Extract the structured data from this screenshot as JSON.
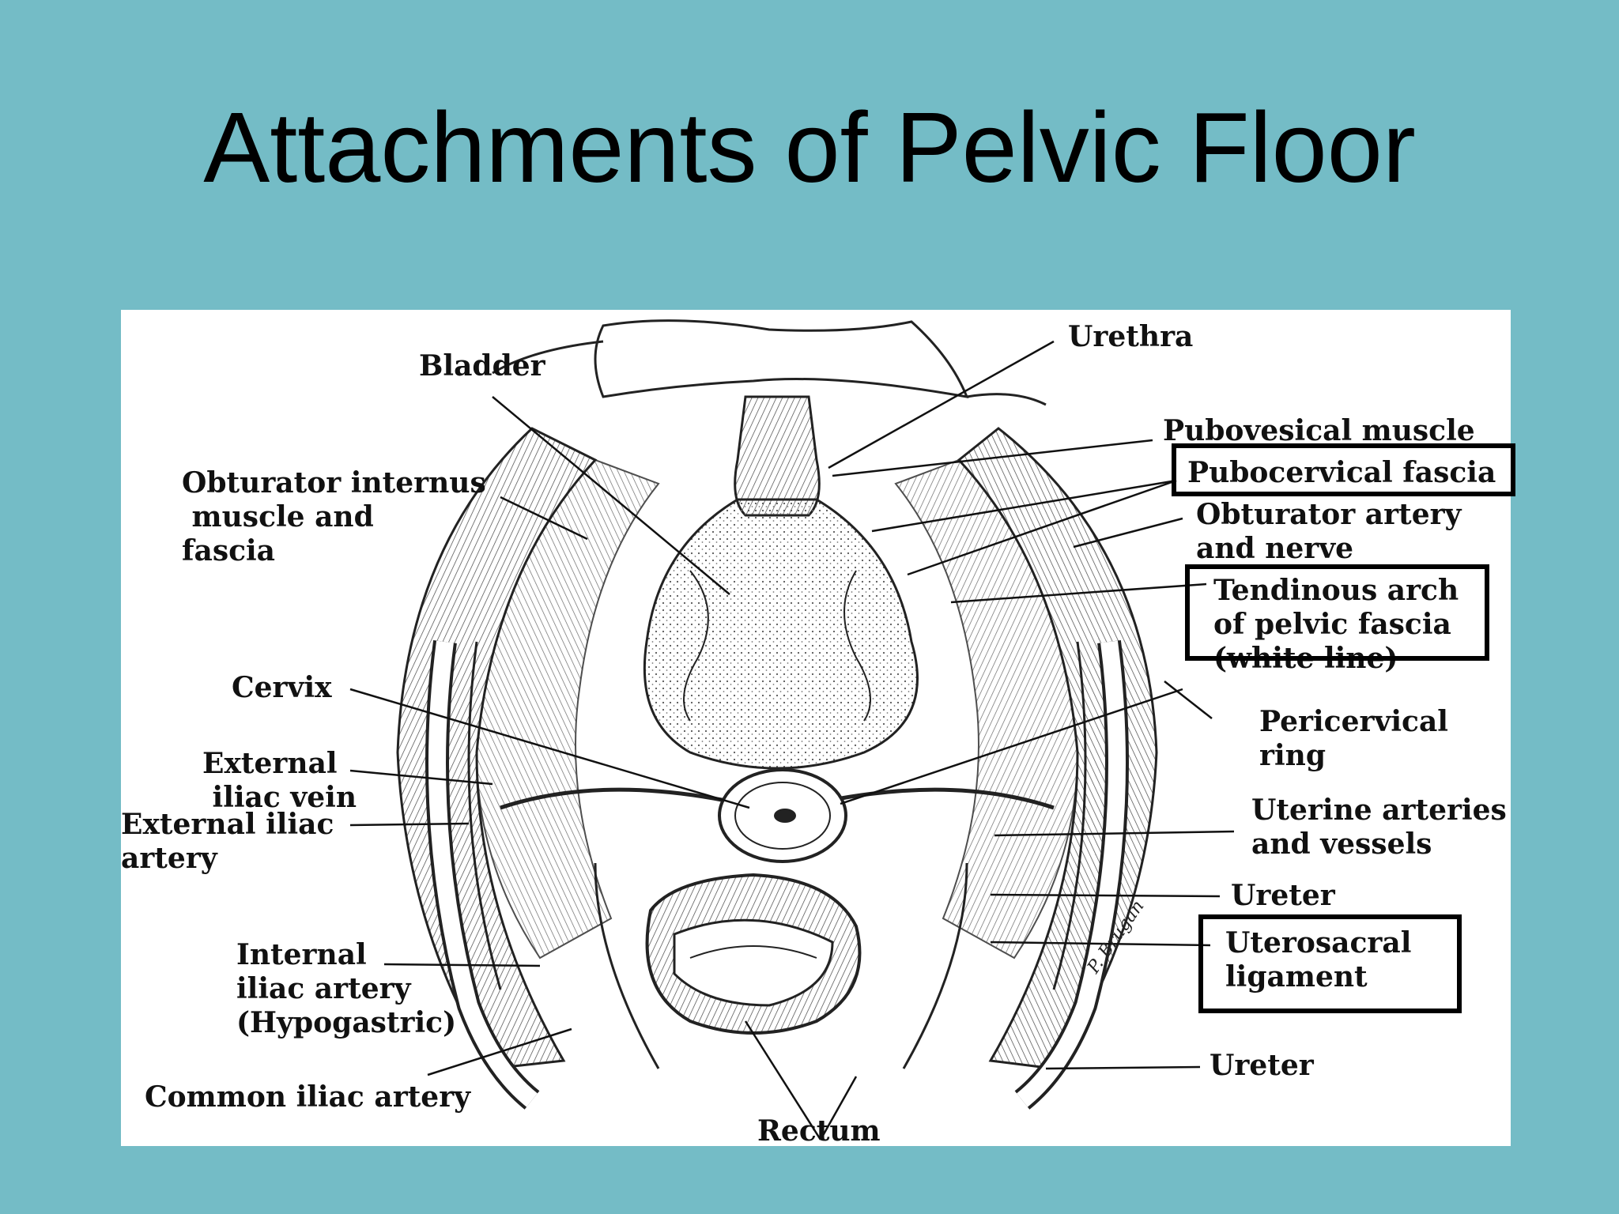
{
  "title": "Attachments of Pelvic Floor",
  "labels": {
    "bladder": "Bladder",
    "urethra": "Urethra",
    "pubovesical": "Pubovesical muscle",
    "pubocervical": "Pubocervical fascia",
    "obturator_internus": "Obturator internus\n muscle and\nfascia",
    "obturator_artery": "Obturator artery\nand nerve",
    "tendinous_arch": "Tendinous arch\nof pelvic fascia\n(white line)",
    "cervix": "Cervix",
    "pericervical": "Pericervical\nring",
    "ext_iliac_vein": "External\n iliac vein",
    "ext_iliac_artery": "External iliac\nartery",
    "uterine_arteries": "Uterine arteries\nand vessels",
    "ureter_1": "Ureter",
    "internal_iliac": "Internal\niliac artery\n(Hypogastric)",
    "uterosacral": "Uterosacral\nligament",
    "common_iliac": "Common iliac artery",
    "ureter_2": "Ureter",
    "rectum": "Rectum",
    "signature": "P. Brugan"
  }
}
